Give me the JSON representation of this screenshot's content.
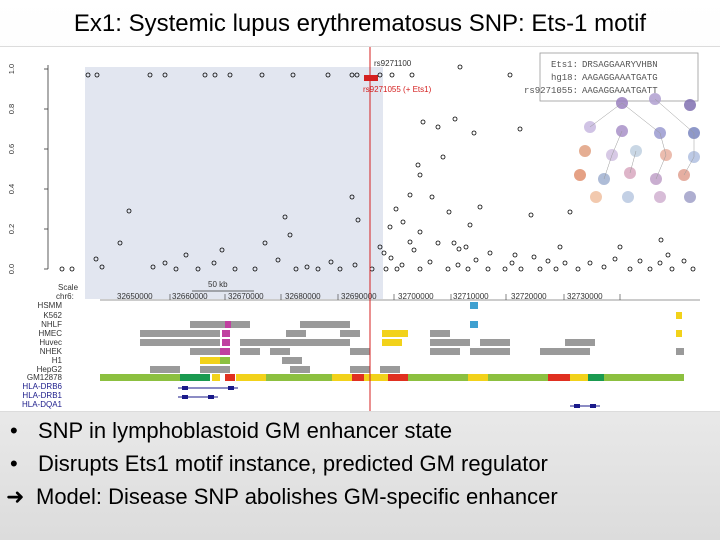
{
  "slide": {
    "title": "Ex1: Systemic lupus erythrematosus SNP: Ets-1 motif"
  },
  "plot": {
    "yticks": [
      "0.0",
      "0.2",
      "0.4",
      "0.6",
      "0.8",
      "1.0"
    ],
    "snp_label": "rs9271100",
    "snp_label_2": "rs9271055 (+ Ets1)"
  },
  "motif": {
    "rows": [
      {
        "name": "Ets1:",
        "seq": "DRSAGGAARYVHBN"
      },
      {
        "name": "hg18:",
        "seq": "AAGAGGAAATGATG"
      },
      {
        "name": "rs9271055:",
        "seq": "AAGAGGAAATGATT"
      }
    ]
  },
  "browser": {
    "scale_label": "Scale",
    "chrom_label": "chr6:",
    "scale_bar": "50 kb",
    "positions": [
      "32650000",
      "32660000",
      "32670000",
      "32680000",
      "32690000",
      "32700000",
      "32710000",
      "32720000",
      "32730000"
    ],
    "tracks": [
      "HSMM",
      "K562",
      "NHLF",
      "HMEC",
      "Huvec",
      "NHEK",
      "H1",
      "HepG2",
      "GM12878",
      "HLA-DRB6",
      "HLA-DRB1",
      "HLA-DQA1"
    ]
  },
  "bullets": [
    "SNP in lymphoblastoid GM enhancer state",
    "Disrupts Ets1 motif instance, predicted GM regulator"
  ],
  "conclusion": "Model: Disease SNP abolishes GM-specific enhancer",
  "colors": {
    "snp_line": "#d42020",
    "highlight": "#e2e6f0",
    "enhancer_yellow": "#f2d21a",
    "promoter_red": "#e03020",
    "transcribed_green": "#8cc040",
    "strong_green": "#1a9a50",
    "insulator_blue": "#3fa0d0",
    "poised_purple": "#c040a0",
    "repressed_gray": "#9a9a9a"
  }
}
